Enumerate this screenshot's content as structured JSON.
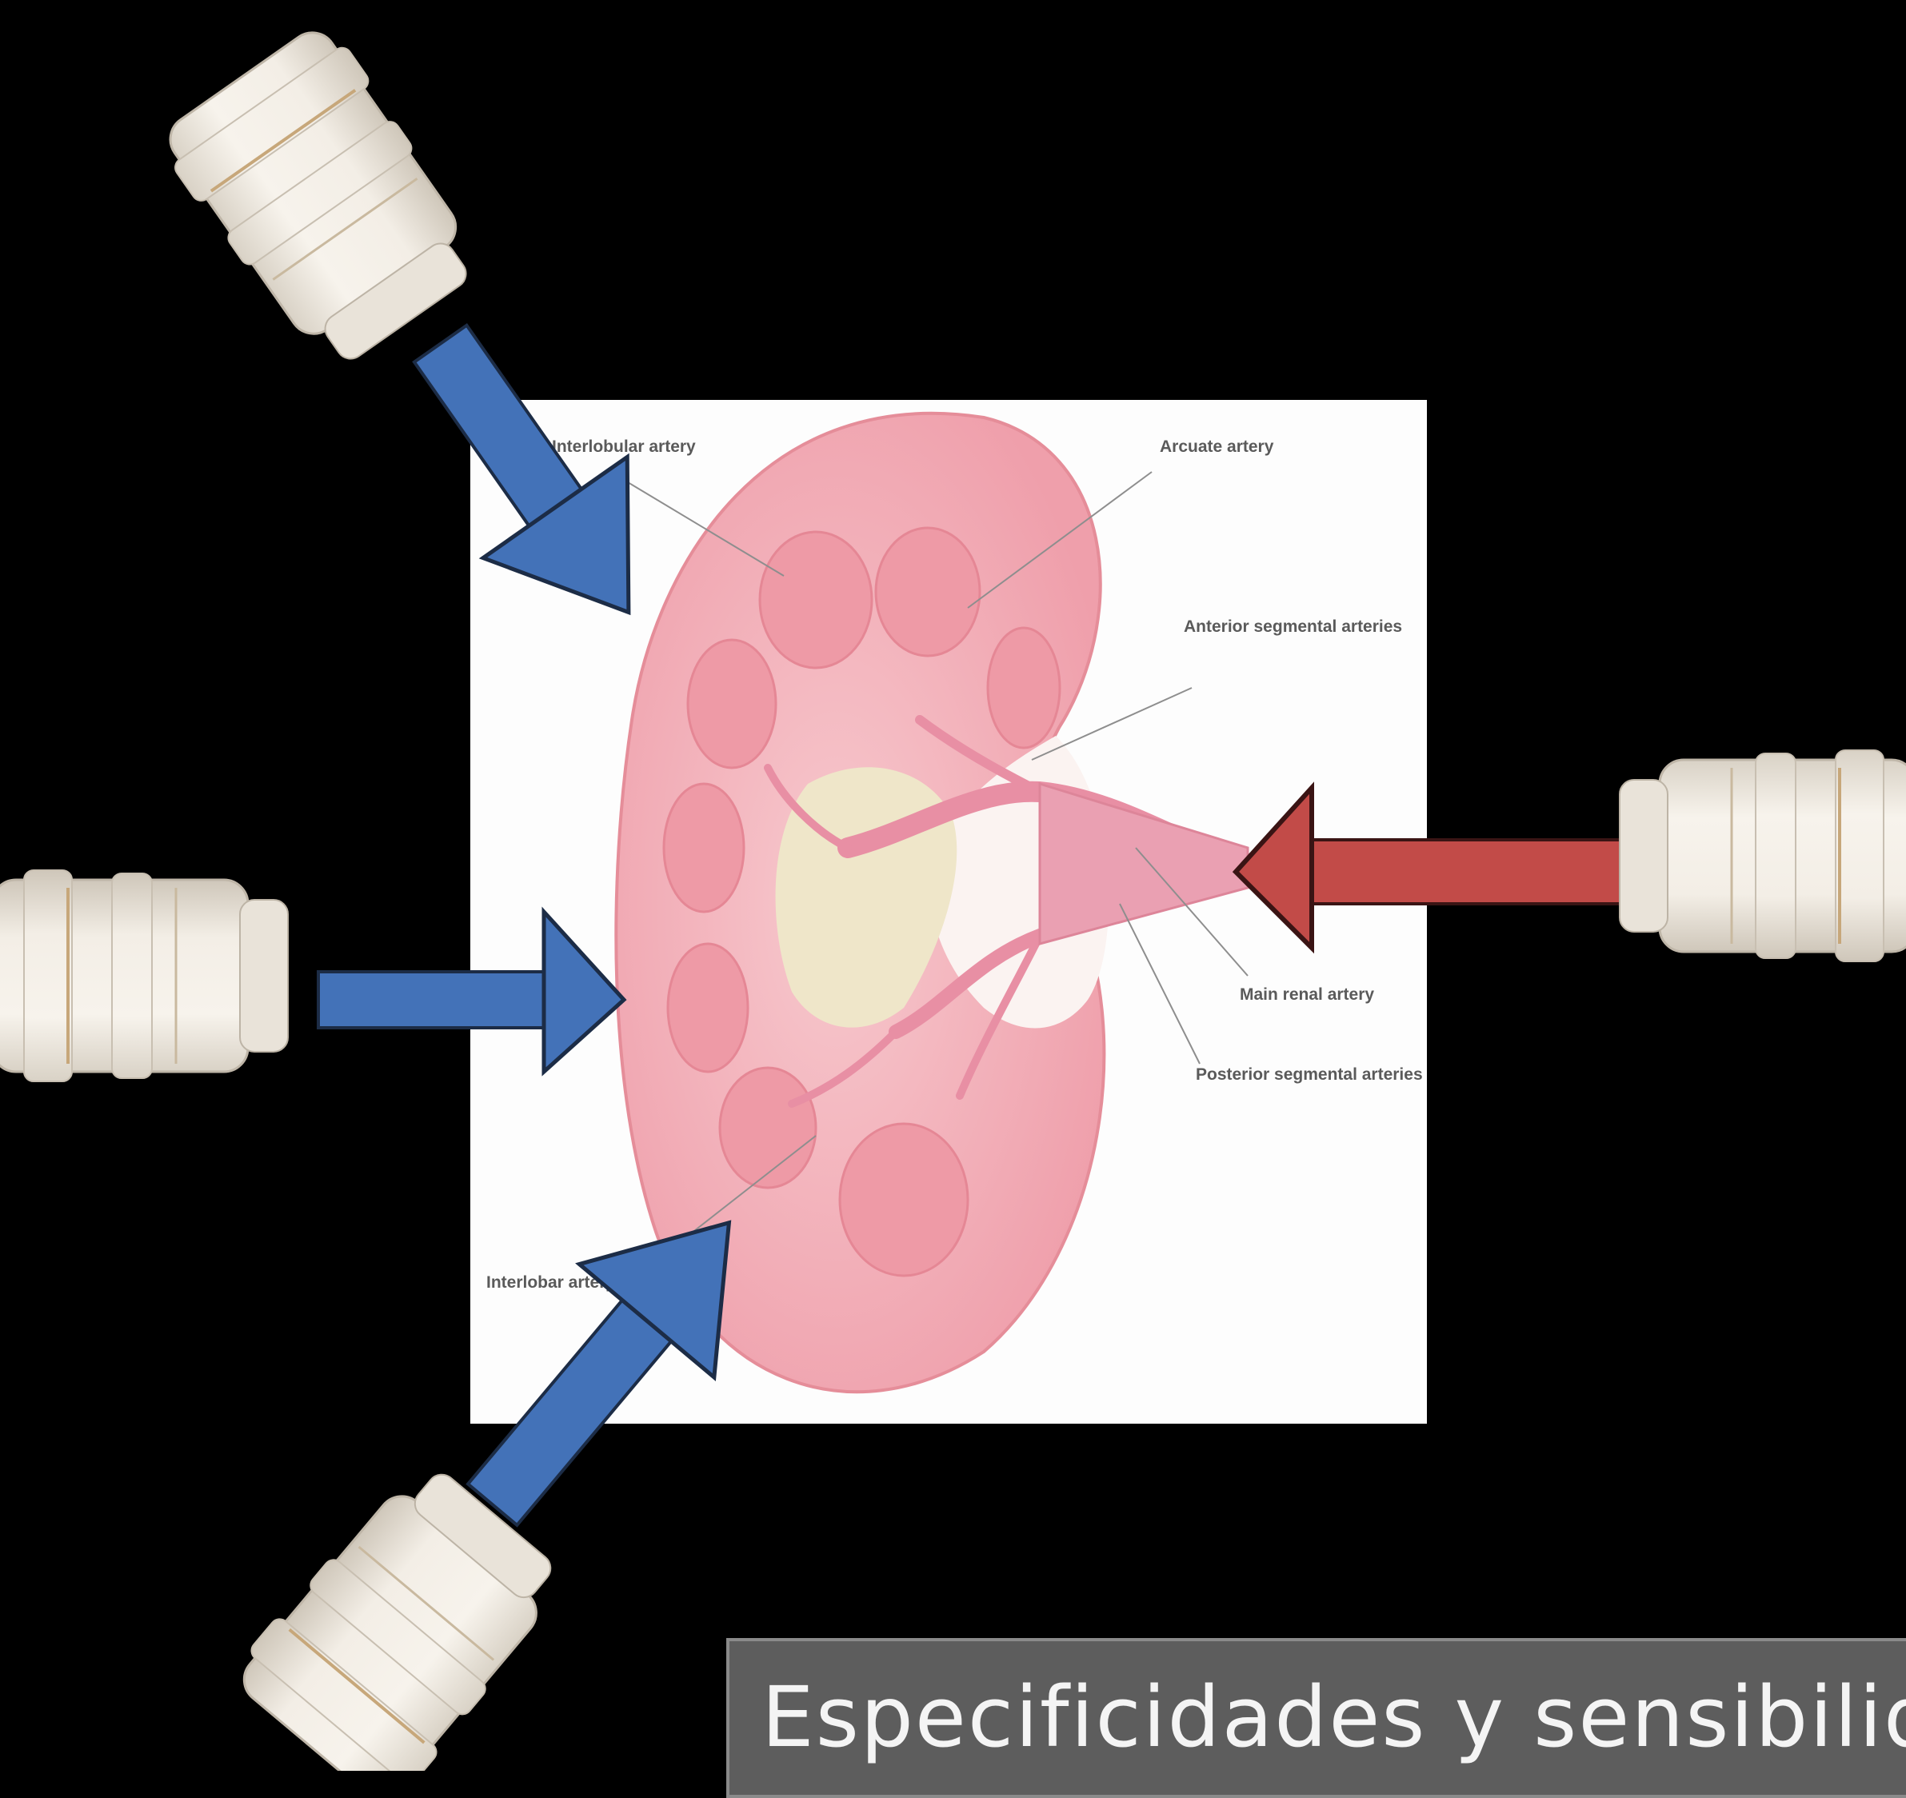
{
  "diagram": {
    "labels": {
      "interlobular": "Interlobular artery",
      "arcuate": "Arcuate artery",
      "anterior_segmental": "Anterior segmental arteries",
      "main_renal": "Main renal artery",
      "posterior_segmental": "Posterior segmental arteries",
      "interlobar": "Interlobar artery"
    },
    "caption": "Especificidades y sensibilida"
  },
  "colors": {
    "background": "#000000",
    "panel": "#fdfdfd",
    "kidney_cortex": "#f3b3ba",
    "kidney_pyramid": "#ee9aa6",
    "sinus_fat": "#efe6c9",
    "arrow_blue": "#4372b8",
    "arrow_red": "#c24b48",
    "probe_body": "#f1ece3",
    "caption_bg": "#5d5d5d",
    "caption_text": "#f4f4f4"
  },
  "icons": {
    "probes": [
      "ultrasound-probe-icon",
      "ultrasound-probe-icon",
      "ultrasound-probe-icon",
      "ultrasound-probe-icon"
    ],
    "arrows": [
      "arrow-blue-icon",
      "arrow-blue-icon",
      "arrow-blue-icon",
      "arrow-red-icon"
    ]
  }
}
